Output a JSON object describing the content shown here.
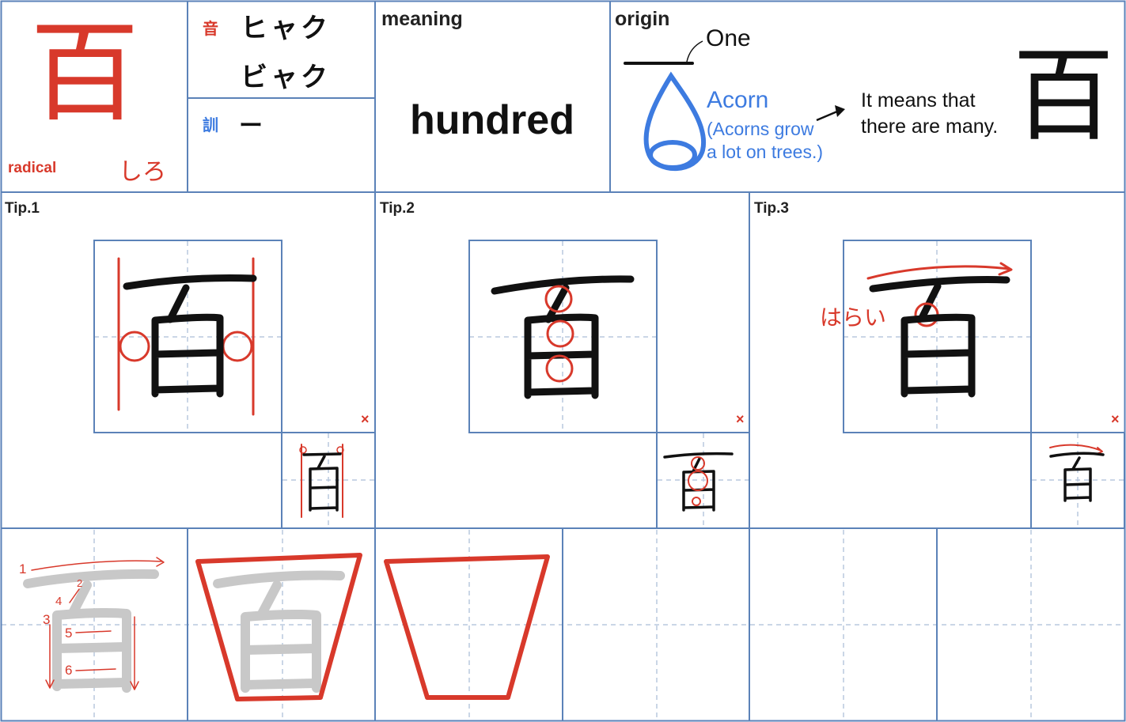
{
  "kanji": "百",
  "radical": {
    "label": "radical",
    "name": "しろ"
  },
  "readings": {
    "on_marker": "音",
    "on": [
      "ヒャク",
      "ビャク"
    ],
    "kun_marker": "訓",
    "kun": "ー"
  },
  "meaning": {
    "label": "meaning",
    "value": "hundred"
  },
  "origin": {
    "label": "origin",
    "one": "One",
    "acorn": "Acorn",
    "acorn_note_1": "(Acorns grow",
    "acorn_note_2": "a lot on trees.)",
    "explain_1": "It means that",
    "explain_2": "there are many."
  },
  "tips": [
    {
      "label": "Tip.1",
      "mark": "×"
    },
    {
      "label": "Tip.2",
      "mark": "×"
    },
    {
      "label": "Tip.3",
      "mark": "×",
      "note": "はらい"
    }
  ],
  "stroke_numbers": [
    "1",
    "2",
    "3",
    "4",
    "5",
    "6"
  ],
  "colors": {
    "grid": "#5b82b8",
    "guide": "#b9c9de",
    "red": "#d8392b",
    "blue": "#3d7be0",
    "black": "#111111",
    "gray": "#c8c8c8"
  }
}
